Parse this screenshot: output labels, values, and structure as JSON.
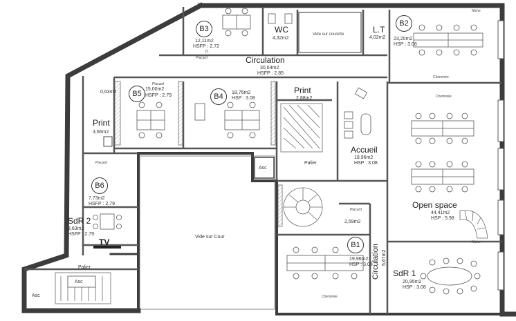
{
  "rooms": {
    "b3": {
      "name": "B3",
      "area": "12,11m2",
      "hsp": "HSFP : 2.72",
      "sub": "21"
    },
    "wc": {
      "name": "WC",
      "area": "4,32m2"
    },
    "courette": {
      "name": "Vide sur courette"
    },
    "lt": {
      "name": "L.T",
      "area": "4,02m2"
    },
    "b2": {
      "name": "B2",
      "area": "23,20m2",
      "hsp": "HSP : 3.08"
    },
    "circ_top": {
      "name": "Circulation",
      "area": "30,64m2",
      "hsp": "HSFP : 2.85"
    },
    "b5": {
      "name": "B5",
      "area": "15,00m2",
      "hsp": "HSFP : 2.79"
    },
    "b4": {
      "name": "B4",
      "area": "18,76m2",
      "hsp": "HSP : 3.08"
    },
    "print_top": {
      "name": "Print",
      "area": "2,88m2"
    },
    "print_left": {
      "name": "Print",
      "area": "3,66m2"
    },
    "small_left": {
      "area": "0,63m2"
    },
    "accueil": {
      "name": "Accueil",
      "area": "18,96m2",
      "hsp": "HSP : 3.08"
    },
    "palier_mid": {
      "name": "Palier"
    },
    "asc_mid": {
      "name": "Asc"
    },
    "b6": {
      "name": "B6",
      "area": "7,73m2",
      "hsp": "HSFP : 2.79"
    },
    "sdr2": {
      "name": "SdR 2",
      "area": "8,63m2",
      "hsp": "HSFP : 2.79"
    },
    "tv": {
      "name": "TV"
    },
    "vide_cour": {
      "name": "Vide sur Cour"
    },
    "small_mid": {
      "area": "2,59m2"
    },
    "open_space": {
      "name": "Open space",
      "area": "44,41m2",
      "hsp": "HSP : 5.98"
    },
    "b1": {
      "name": "B1",
      "area": "19,96m2",
      "hsp": "HSP : 3.08"
    },
    "circ_vert": {
      "name": "Circulation",
      "area": "5,67m2"
    },
    "sdr1": {
      "name": "SdR 1",
      "area": "20,95m2",
      "hsp": "HSP : 3.08"
    },
    "palier_low": {
      "name": "Palier"
    },
    "asc_low": {
      "name": "Asc"
    },
    "asc_corner": {
      "name": "Asc"
    }
  },
  "annotations": {
    "placard": "Placard",
    "cheminee": "Cheminée",
    "niche": "Niche"
  }
}
